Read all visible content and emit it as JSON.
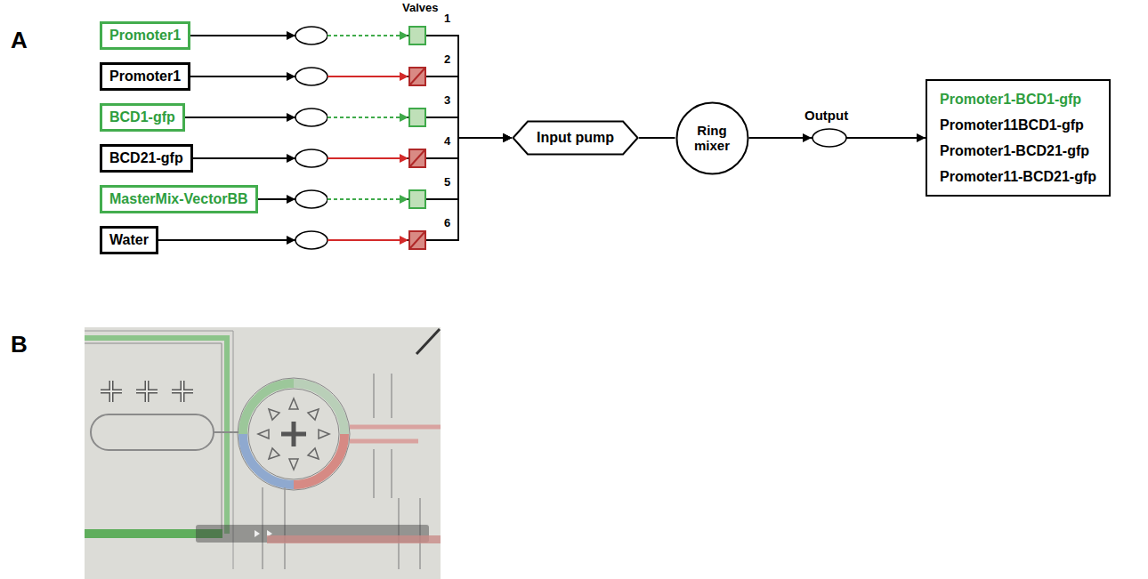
{
  "diagram": {
    "nodes": [
      {
        "text": [
          "Promoter1"
        ]
      },
      {
        "text": [
          "Promoter1"
        ]
      },
      {
        "text": [
          "BCD1-gfp"
        ]
      },
      {
        "text": [
          "BCD21-gfp"
        ]
      },
      {
        "text": [
          "MasterMix-VectorBB"
        ]
      },
      {
        "text": [
          "Water"
        ]
      },
      {
        "text": [
          "Input pump"
        ]
      },
      {
        "text": [
          "Ring mixer"
        ]
      },
      {
        "text": [
          "Promoter1-BCD1-gfp",
          "Promoter11BCD1-gfp",
          "Promoter1-BCD21-gfp",
          "Promoter11-BCD21-gfp"
        ]
      }
    ],
    "edges": [
      {
        "from": 0,
        "to": 6,
        "arrow": "to"
      },
      {
        "from": 1,
        "to": 6,
        "arrow": "to"
      },
      {
        "from": 2,
        "to": 6,
        "arrow": "to"
      },
      {
        "from": 3,
        "to": 6,
        "arrow": "to"
      },
      {
        "from": 4,
        "to": 6,
        "arrow": "to"
      },
      {
        "from": 5,
        "to": 6,
        "arrow": "to"
      },
      {
        "from": 6,
        "to": 7,
        "arrow": "none"
      },
      {
        "from": 7,
        "to": 8,
        "arrow": "to"
      }
    ],
    "labels": [
      "A",
      "B",
      "Valves",
      "1",
      "2",
      "3",
      "4",
      "5",
      "6",
      "Output"
    ]
  }
}
